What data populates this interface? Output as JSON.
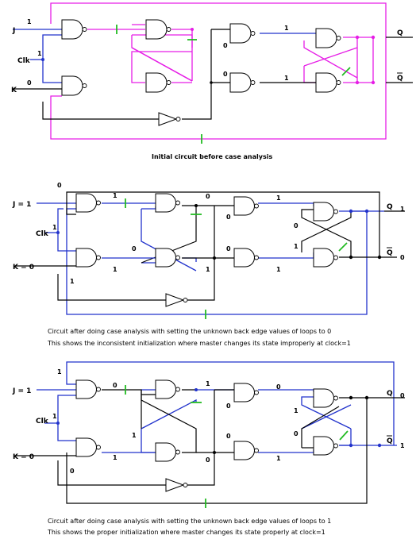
{
  "colors": {
    "black": "#000000",
    "magenta": "#e61ee6",
    "blue": "#2233cc",
    "green": "#22bb22"
  },
  "panel1": {
    "labels": {
      "j": "J",
      "clk": "Clk",
      "k": "K",
      "q": "Q",
      "qbar": "Q"
    },
    "values": {
      "j": "1",
      "clk": "1",
      "k": "0",
      "top_mid": "1",
      "mid_left": "0",
      "mid_lower": "0",
      "right_lower": "1"
    },
    "caption": "Initial circuit before case analysis"
  },
  "panel2": {
    "labels": {
      "j": "J = 1",
      "clk": "Clk",
      "k": "K = 0",
      "q": "Q",
      "qbar": "Q"
    },
    "values": {
      "top_left": "0",
      "clk": "1",
      "g1_out": "1",
      "sr_top": "0",
      "sr_top_in": "0",
      "top_right": "1",
      "q": "1",
      "sr_cross_l": "0",
      "sr2_cross_l": "0",
      "g5_in": "0",
      "sr2_low_l": "1",
      "qbar": "0",
      "g2_in": "1",
      "g2_out": "1",
      "sr_low": "1",
      "right_low": "1"
    },
    "caption1": "Circuit after doing case analysis with setting the unknown back edge values of loops to 0",
    "caption2": "This shows the inconsistent initialization where master changes its state improperly at clock=1"
  },
  "panel3": {
    "labels": {
      "j": "J = 1",
      "clk": "Clk",
      "k": "K = 0",
      "q": "Q",
      "qbar": "Q"
    },
    "values": {
      "top_left": "1",
      "clk": "1",
      "g1_out": "0",
      "sr_top": "1",
      "sr_top_in": "0",
      "top_right": "0",
      "q": "0",
      "sr_cross_l": "1",
      "sr2_cross_l": "1",
      "sr2_low_l": "0",
      "qbar": "1",
      "g2_in": "0",
      "g2_out": "1",
      "sr_low": "0",
      "mid_low": "0",
      "right_low": "1"
    },
    "caption1": "Circuit after doing case analysis with setting the unknown back edge values of loops to 1",
    "caption2": "This shows the proper initialization where master changes its state properly at clock=1"
  }
}
